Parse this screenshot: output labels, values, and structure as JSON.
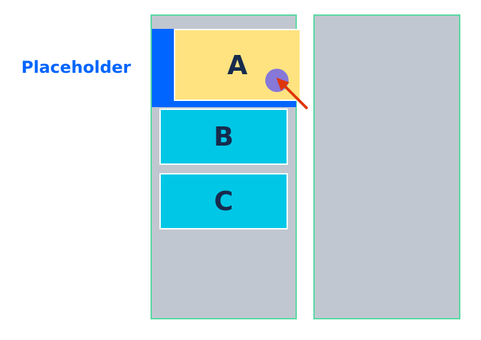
{
  "label": {
    "text": "Placeholder"
  },
  "cards": {
    "a": "A",
    "b": "B",
    "c": "C"
  },
  "colors": {
    "label": "#0065ff",
    "column_background": "#c1c7d0",
    "column_border": "#57d9a3",
    "placeholder": "#0065ff",
    "card_a": "#ffe380",
    "card_b": "#00c7e6",
    "card_c": "#00c7e6",
    "card_text": "#172b4d",
    "cursor_dot": "#8777d9",
    "arrow": "#de350b"
  },
  "icons": {
    "cursor": "cursor-dot-icon",
    "pointer": "arrow-icon"
  }
}
